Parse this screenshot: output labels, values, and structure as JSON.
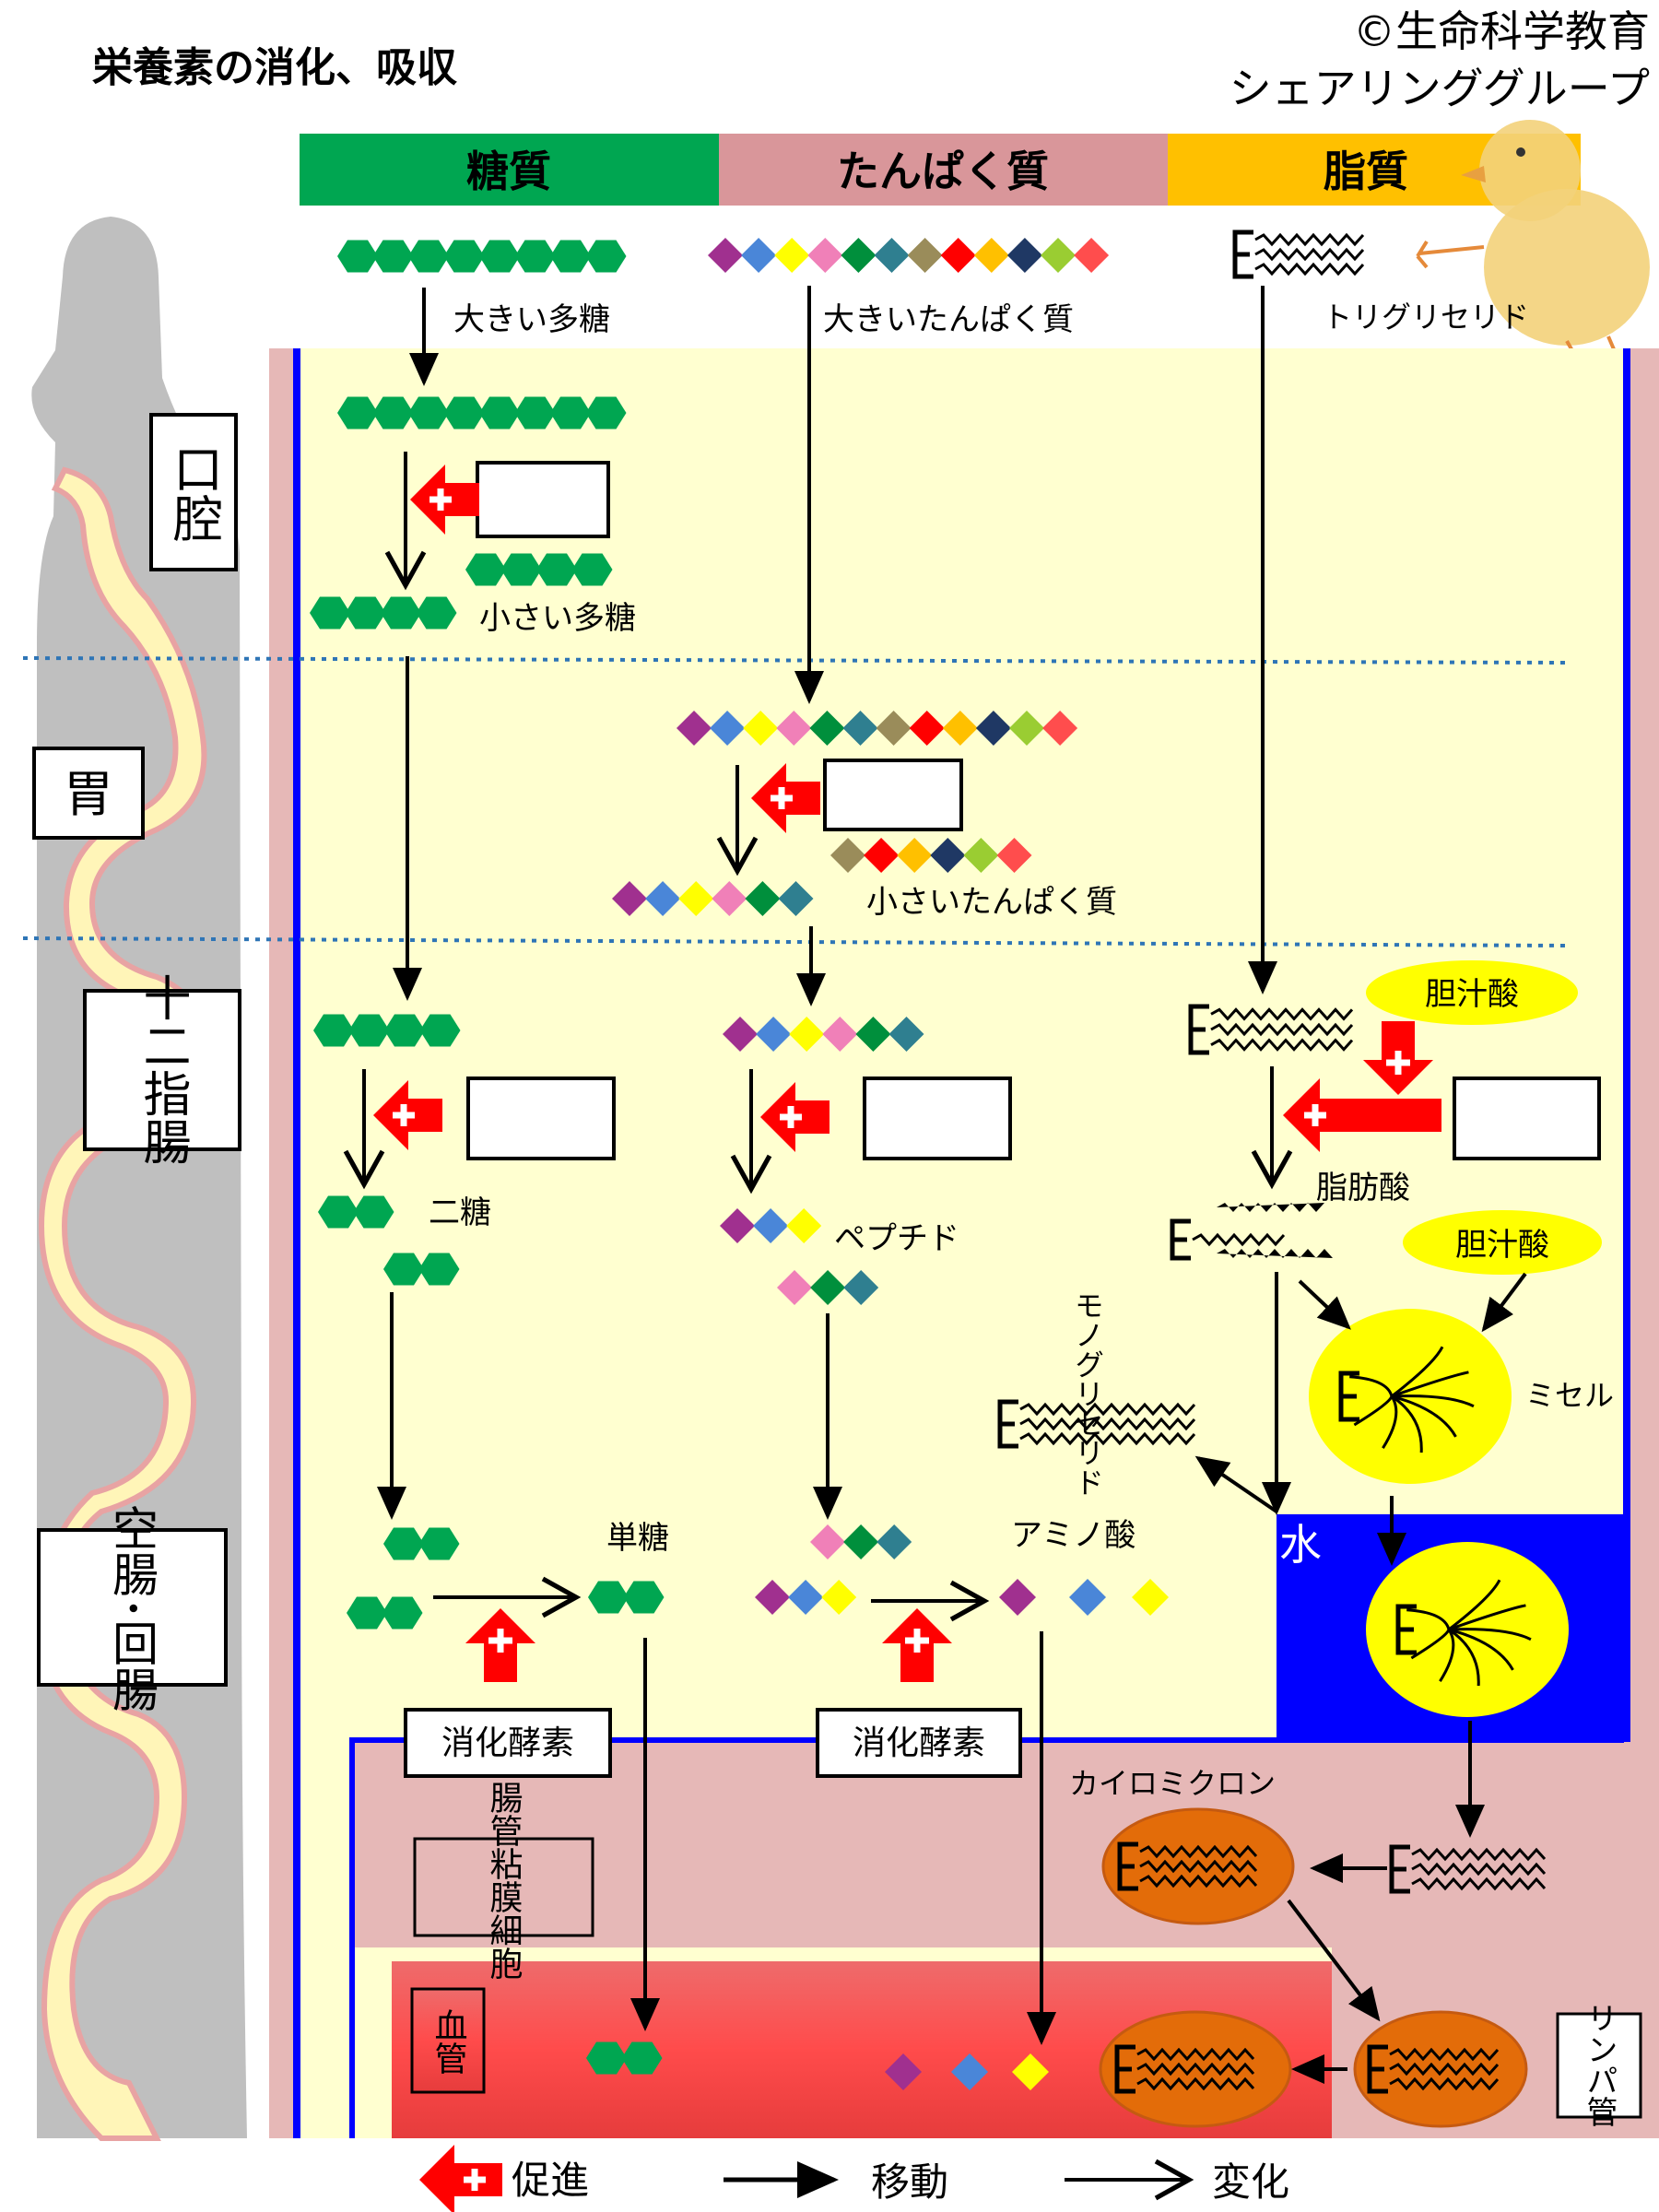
{
  "title": "栄養素の消化、吸収",
  "credit": {
    "line1": "©生命科学教育",
    "line2": "シェアリンググループ"
  },
  "columns": {
    "carb": "糖質",
    "protein": "たんぱく質",
    "fat": "脂質"
  },
  "colors": {
    "carb_header": "#00a651",
    "protein_header": "#d9969a",
    "fat_header": "#ffc000",
    "hexagon": "#00a651",
    "promote_arrow": "#ff0000",
    "blue_line": "#0000ff",
    "yolk": "#ffff00",
    "chylomicron": "#e36c09",
    "cream": "#ffffd0",
    "pink": "#e6b8b7"
  },
  "regions": {
    "oral": "口腔",
    "stomach": "胃",
    "duodenum": "十二指腸",
    "jejunum_ileum": "空腸･回腸"
  },
  "labels": {
    "big_polysaccharide": "大きい多糖",
    "big_protein": "大きいたんぱく質",
    "triglyceride": "トリグリセリド",
    "small_polysaccharide": "小さい多糖",
    "small_protein": "小さいたんぱく質",
    "bile_acid_1": "胆汁酸",
    "bile_acid_2": "胆汁酸",
    "fatty_acid": "脂肪酸",
    "disaccharide": "二糖",
    "peptide": "ペプチド",
    "monoglyceride": "モノグリセリド",
    "micelle": "ミセル",
    "water": "水",
    "monosaccharide": "単糖",
    "amino_acid": "アミノ酸",
    "digestive_enzyme_1": "消化酵素",
    "digestive_enzyme_2": "消化酵素",
    "chylomicron": "カイロミクロン",
    "intestinal_cell": "腸管粘膜細胞",
    "blood_vessel": "血管",
    "lymph_vessel": "リンパ管"
  },
  "legend": {
    "promote": "促進",
    "move": "移動",
    "change": "変化"
  },
  "protein_colors": [
    "#a0308f",
    "#4a86d8",
    "#ffff00",
    "#f080b8",
    "#008f3c",
    "#2f7f90",
    "#9a8c5a",
    "#ff0000",
    "#ffc000",
    "#1f3864",
    "#9acd32",
    "#ff4d4d"
  ]
}
